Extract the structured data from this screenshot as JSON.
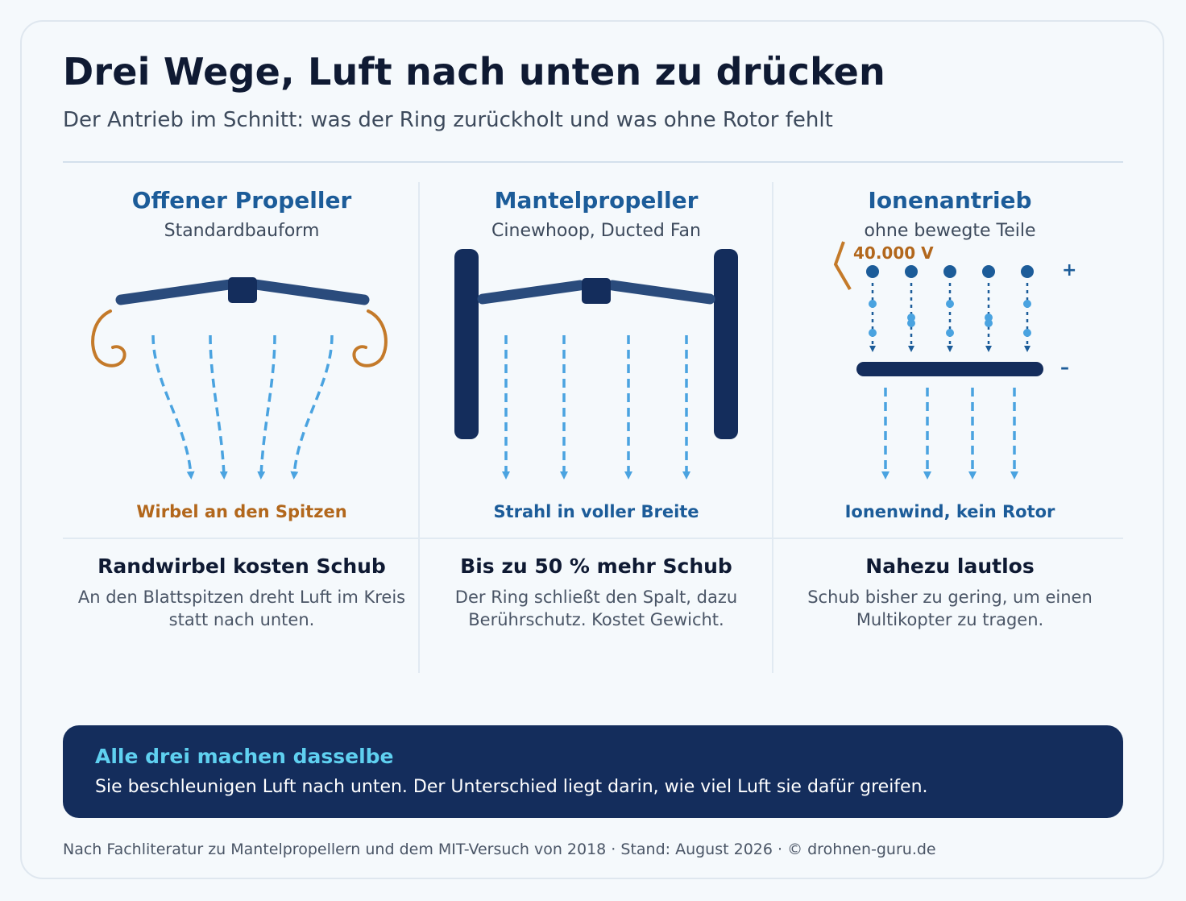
{
  "header": {
    "title": "Drei Wege, Luft nach unten zu drücken",
    "subtitle": "Der Antrieb im Schnitt: was der Ring zurückholt und was ohne Rotor fehlt"
  },
  "columns": [
    {
      "title": "Offener Propeller",
      "subtitle": "Standardbauform",
      "caption": "Wirbel an den Spitzen",
      "heading": "Randwirbel kosten Schub",
      "description": "An den Blattspitzen dreht Luft im Kreis statt nach unten."
    },
    {
      "title": "Mantelpropeller",
      "subtitle": "Cinewhoop, Ducted Fan",
      "caption": "Strahl in voller Breite",
      "heading": "Bis zu 50 % mehr Schub",
      "description": "Der Ring schließt den Spalt, dazu Berührschutz. Kostet Gewicht."
    },
    {
      "title": "Ionenantrieb",
      "subtitle": "ohne bewegte Teile",
      "caption": "Ionenwind, kein Rotor",
      "heading": "Nahezu lautlos",
      "description": "Schub bisher zu gering, um einen Multikopter zu tragen.",
      "voltage": "40.000 V",
      "plus": "+",
      "minus": "–"
    }
  ],
  "banner": {
    "title": "Alle drei machen dasselbe",
    "text": "Sie beschleunigen Luft nach unten. Der Unterschied liegt darin, wie viel Luft sie dafür greifen."
  },
  "footer": "Nach Fachliteratur zu Mantelpropellern und dem MIT-Versuch von 2018 · Stand: August 2026 · © drohnen-guru.de",
  "colors": {
    "navy": "#142d5c",
    "blade": "#2a4b7c",
    "airflow": "#4aa3e0",
    "vortex": "#c47a2a",
    "heading_blue": "#1c5c99"
  }
}
